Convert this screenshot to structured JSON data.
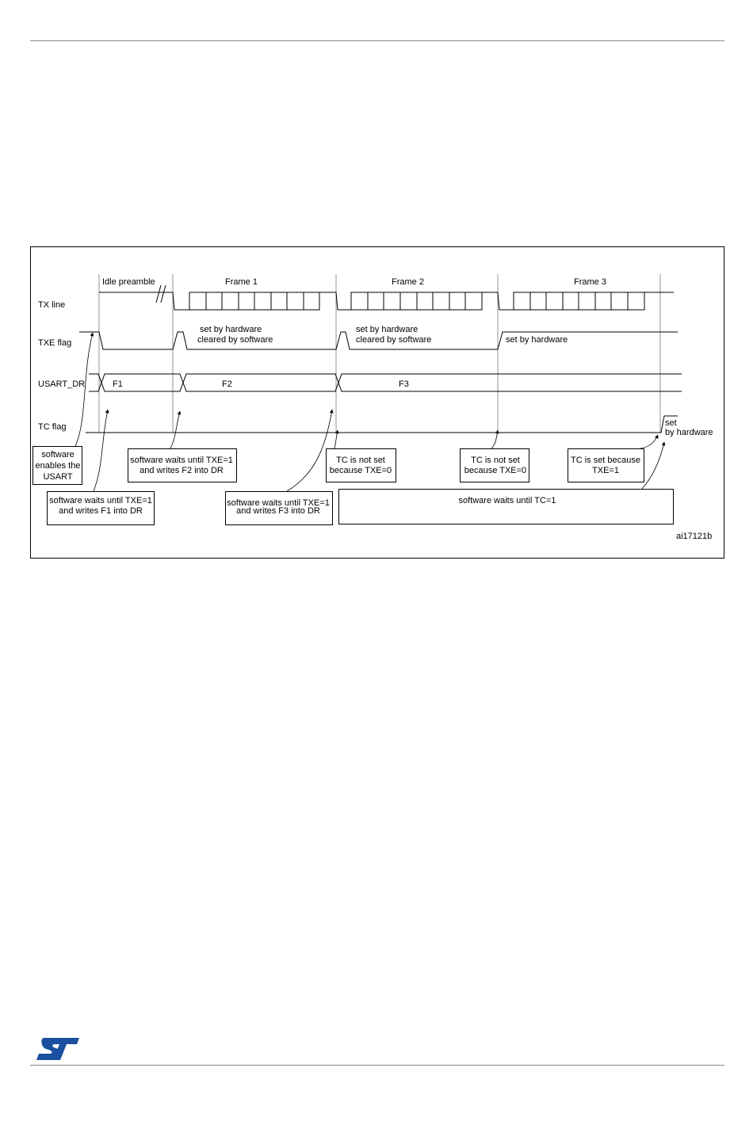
{
  "figure_id": "ai17121b",
  "signals": {
    "tx_line": "TX line",
    "txe_flag": "TXE flag",
    "usart_dr": "USART_DR",
    "tc_flag": "TC flag"
  },
  "phases": {
    "idle": "Idle preamble",
    "frame1": "Frame 1",
    "frame2": "Frame 2",
    "frame3": "Frame 3"
  },
  "txe_notes": {
    "n1_line1": "set by hardware",
    "n1_line2": "cleared by software",
    "n2_line1": "set by hardware",
    "n2_line2": "cleared by software",
    "n3": "set by hardware"
  },
  "dr_values": {
    "f1": "F1",
    "f2": "F2",
    "f3": "F3"
  },
  "tc_note": {
    "line1": "set",
    "line2": "by hardware"
  },
  "callouts": {
    "enable": [
      "software",
      "enables the",
      "USART"
    ],
    "write_f2": [
      "software waits until TXE=1",
      "and writes F2 into DR"
    ],
    "write_f1": [
      "software waits until TXE=1",
      "and writes F1 into DR"
    ],
    "write_f3": [
      "software waits until TXE=1",
      "and writes F3 into DR"
    ],
    "tc_not_set_1": [
      "TC is not set",
      "because TXE=0"
    ],
    "tc_not_set_2": [
      "TC is not set",
      "because TXE=0"
    ],
    "tc_set": [
      "TC is  set because",
      "TXE=1"
    ],
    "wait_tc": "software waits until TC=1"
  },
  "logo_text": "ST"
}
